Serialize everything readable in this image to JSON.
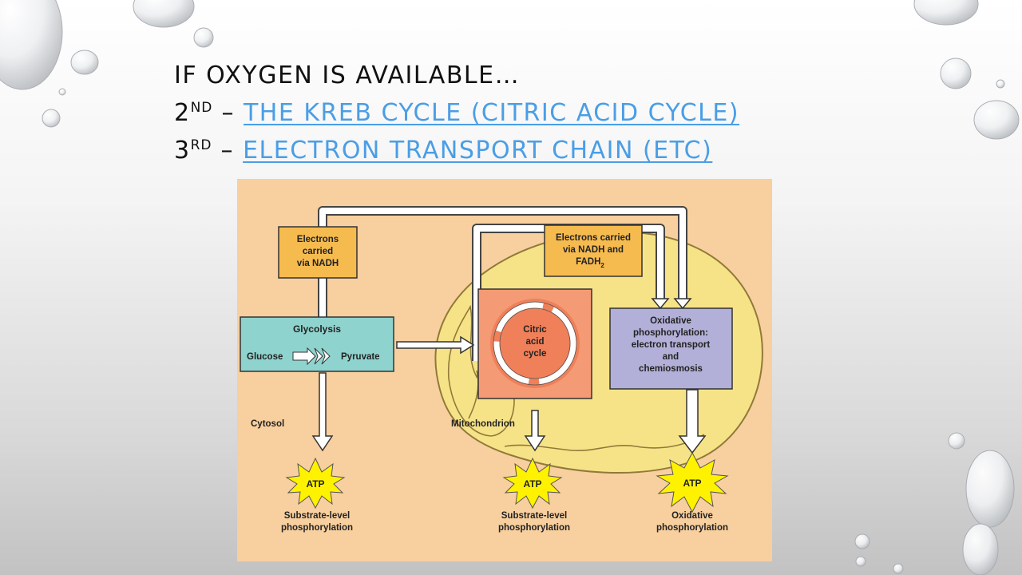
{
  "slide": {
    "title": {
      "line1": "IF OXYGEN IS AVAILABLE…",
      "line2_num": "2",
      "line2_sup": "ND",
      "line2_dash": " – ",
      "line2_link": "THE KREB CYCLE (CITRIC ACID CYCLE)",
      "line3_num": "3",
      "line3_sup": "RD",
      "line3_dash": " – ",
      "line3_link": "ELECTRON TRANSPORT CHAIN (ETC)"
    },
    "link_color": "#4a9ee6"
  },
  "diagram": {
    "electrons_nadh": [
      "Electrons",
      "carried",
      "via NADH"
    ],
    "electrons_nadh_fadh": [
      "Electrons carried",
      "via NADH and",
      "FADH"
    ],
    "fadh_sub": "2",
    "glycolysis": "Glycolysis",
    "glucose": "Glucose",
    "pyruvate": "Pyruvate",
    "citric": [
      "Citric",
      "acid",
      "cycle"
    ],
    "oxidative": [
      "Oxidative",
      "phosphorylation:",
      "electron transport",
      "and",
      "chemiosmosis"
    ],
    "cytosol": "Cytosol",
    "mitochondrion": "Mitochondrion",
    "atp": "ATP",
    "atp_labels": [
      [
        "Substrate-level",
        "phosphorylation"
      ],
      [
        "Substrate-level",
        "phosphorylation"
      ],
      [
        "Oxidative",
        "phosphorylation"
      ]
    ],
    "colors": {
      "background": "#f8cf9e",
      "mitochondrion": "#f7e387",
      "electron_box": "#f6bb4f",
      "glycolysis": "#8fd3ce",
      "citric_box": "#f49a74",
      "citric_inner": "#ef8059",
      "oxidative": "#b2b0d8",
      "atp_star": "#fff200"
    }
  }
}
